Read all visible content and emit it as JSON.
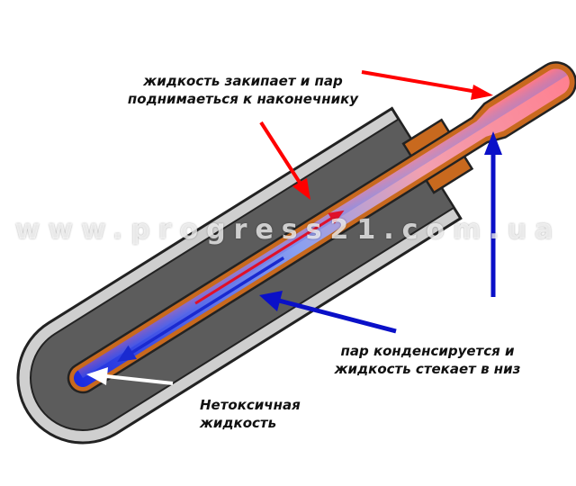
{
  "labels": {
    "boil": [
      "жидкость закипает и пар",
      "поднимаеться к наконечнику"
    ],
    "condense": [
      "пар конденсируется и",
      "жидкость стекает в низ"
    ],
    "fluid": [
      "Нетоксичная",
      "жидкость"
    ]
  },
  "watermark": "www.progress21.com.ua",
  "colors": {
    "hot": "#f00000",
    "cold": "#0a10c8",
    "copper": "#c8691e",
    "glass": "#c8c8c8",
    "vacuum": "#5a5a5a"
  }
}
